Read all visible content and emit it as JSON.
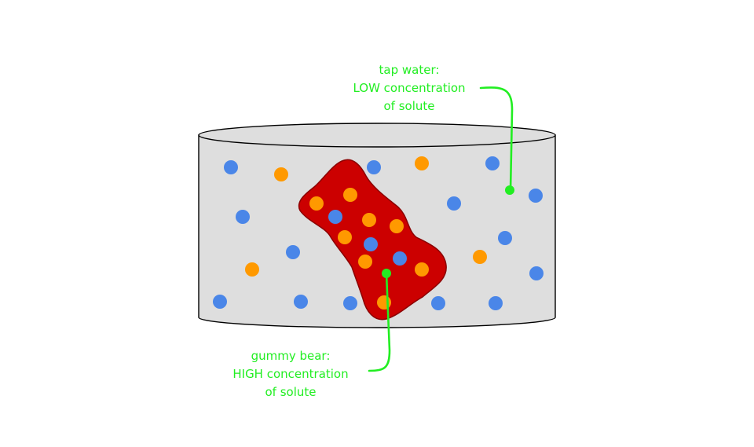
{
  "colors": {
    "background": "#ffffff",
    "container_fill": "#dedede",
    "container_stroke": "#000000",
    "gummy_fill": "#cc0000",
    "gummy_stroke": "#8b0000",
    "water_particle": "#4a86e8",
    "solute_particle": "#ff9900",
    "annotation": "#22ee22"
  },
  "icons": [
    "water-molecule",
    "solute-particle"
  ],
  "labels": {
    "tap_water": [
      "tap water:",
      "LOW concentration",
      "of solute"
    ],
    "gummy_bear": [
      "gummy bear:",
      "HIGH concentration",
      "of solute"
    ]
  }
}
